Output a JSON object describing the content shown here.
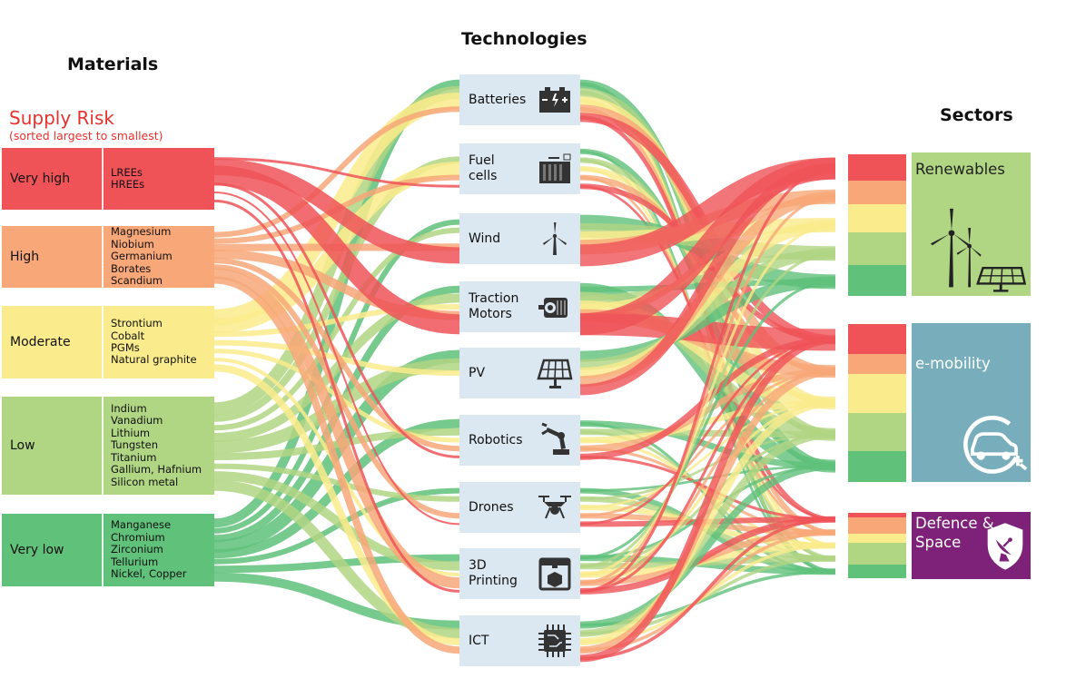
{
  "headings": {
    "materials": "Materials",
    "technologies": "Technologies",
    "sectors": "Sectors"
  },
  "supply_risk": {
    "title": "Supply Risk",
    "subtitle": "(sorted largest to smallest)"
  },
  "materials": [
    {
      "level": "Very high",
      "color": "#ef5358",
      "items": [
        "LREEs",
        "HREEs"
      ]
    },
    {
      "level": "High",
      "color": "#f7a778",
      "items": [
        "Magnesium",
        "Niobium",
        "Germanium",
        "Borates",
        "Scandium"
      ]
    },
    {
      "level": "Moderate",
      "color": "#faeb8c",
      "items": [
        "Strontium",
        "Cobalt",
        "PGMs",
        "Natural graphite"
      ]
    },
    {
      "level": "Low",
      "color": "#b0d583",
      "items": [
        "Indium",
        "Vanadium",
        "Lithium",
        "Tungsten",
        "Titanium",
        "Gallium, Hafnium",
        "Silicon metal"
      ]
    },
    {
      "level": "Very low",
      "color": "#5fc17a",
      "items": [
        "Manganese",
        "Chromium",
        "Zirconium",
        "Tellurium",
        "Nickel, Copper"
      ]
    }
  ],
  "technologies": [
    {
      "label": "Batteries",
      "icon": "battery-icon"
    },
    {
      "label": "Fuel cells",
      "icon": "fuel-cell-icon"
    },
    {
      "label": "Wind",
      "icon": "wind-turbine-icon"
    },
    {
      "label": "Traction Motors",
      "icon": "motor-icon"
    },
    {
      "label": "PV",
      "icon": "solar-panel-icon"
    },
    {
      "label": "Robotics",
      "icon": "robot-arm-icon"
    },
    {
      "label": "Drones",
      "icon": "drone-icon"
    },
    {
      "label": "3D Printing",
      "icon": "3d-printer-icon"
    },
    {
      "label": "ICT",
      "icon": "chip-icon"
    }
  ],
  "sectors": [
    {
      "label": "Renewables",
      "color": "#b0d583",
      "text_color": "#222222",
      "icon": "wind-solar-icon"
    },
    {
      "label": "e-mobility",
      "color": "#78aebb",
      "text_color": "#ffffff",
      "icon": "electric-car-icon"
    },
    {
      "label": "Defence & Space",
      "color": "#7e2279",
      "text_color": "#ffffff",
      "icon": "satellite-shield-icon"
    }
  ],
  "risk_colors": {
    "very_high": "#ef5358",
    "high": "#f7a778",
    "moderate": "#faeb8c",
    "low": "#b0d583",
    "very_low": "#5fc17a"
  }
}
